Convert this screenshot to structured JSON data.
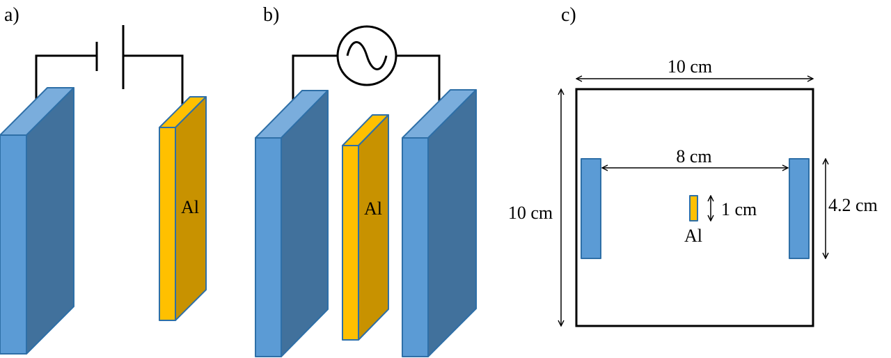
{
  "panels": {
    "a": {
      "label": "a)",
      "plate_label": "Al"
    },
    "b": {
      "label": "b)",
      "plate_label": "Al"
    },
    "c": {
      "label": "c)",
      "top_dimension": "10 cm",
      "left_dimension": "10 cm",
      "electrode_gap": "8 cm",
      "electrode_height": "4.2 cm",
      "sample_height": "1 cm",
      "sample_label": "Al"
    }
  },
  "colors": {
    "electrode_front": "#5b9bd5",
    "electrode_side": "#41719c",
    "electrode_top": "#7aaddc",
    "electrode_edge": "#2e6fa7",
    "sample_front": "#ffc000",
    "sample_side": "#c89200",
    "sample_top": "#ffc000",
    "sample_edge": "#2e6fa7",
    "wire": "#000000"
  },
  "icons": {
    "dc_source": "battery-icon",
    "ac_source": "ac-source-icon"
  }
}
